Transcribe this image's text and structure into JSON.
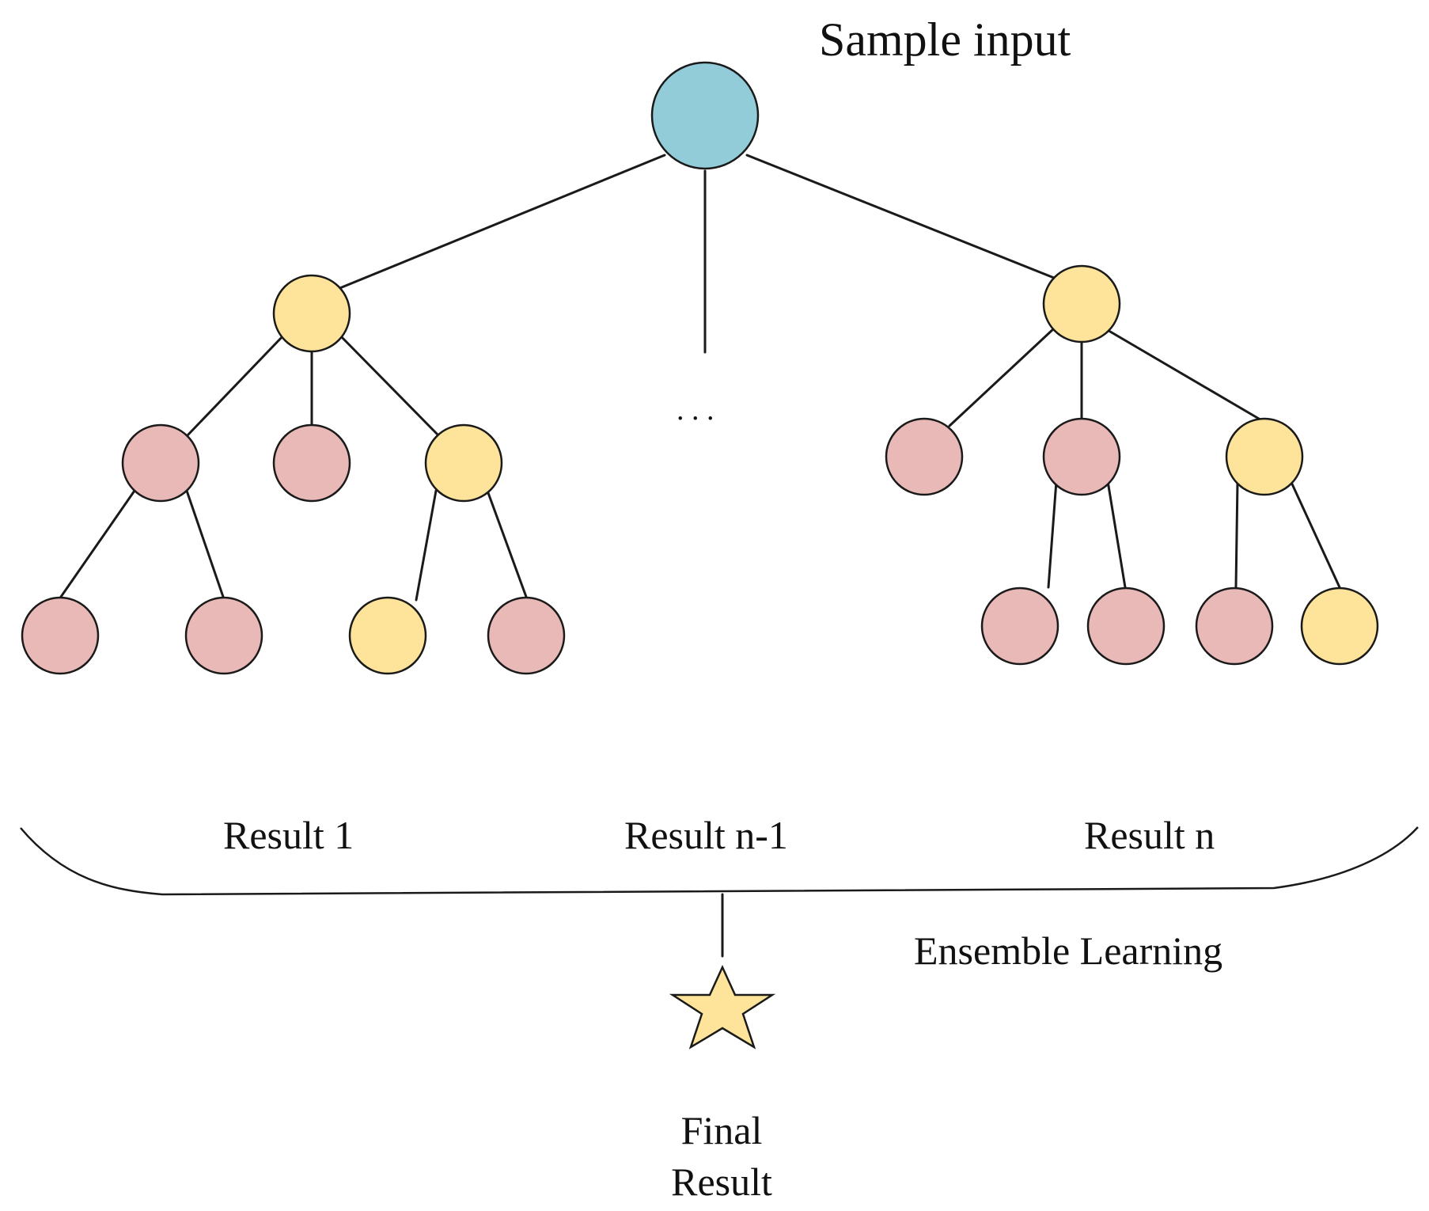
{
  "labels": {
    "sample_input": "Sample input",
    "ellipsis": ". . .",
    "result_1": "Result 1",
    "result_n_minus_1": "Result n-1",
    "result_n": "Result n",
    "ensemble_learning": "Ensemble Learning",
    "final_result_line1": "Final",
    "final_result_line2": "Result"
  },
  "colors": {
    "root": "#93ccd9",
    "yellow": "#fde49a",
    "pink": "#e8b9b7",
    "star": "#fde49a",
    "line": "#1a1a1a"
  }
}
